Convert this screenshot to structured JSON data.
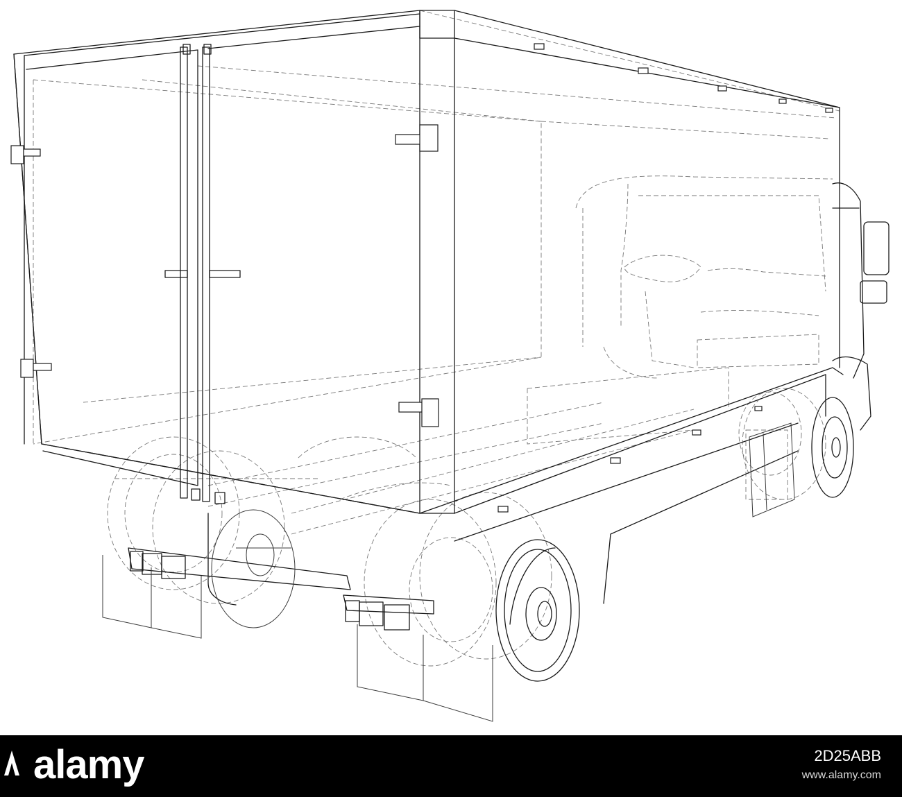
{
  "footer": {
    "logo_text": "alamy",
    "image_id": "2D25ABB",
    "site_url": "www.alamy.com"
  },
  "colors": {
    "background": "#ffffff",
    "line": "#1a1a1a",
    "hidden_line": "#777777",
    "footer_bg": "#000000",
    "footer_text": "#ffffff"
  },
  "icons": [
    "alamy-logo-mark"
  ]
}
